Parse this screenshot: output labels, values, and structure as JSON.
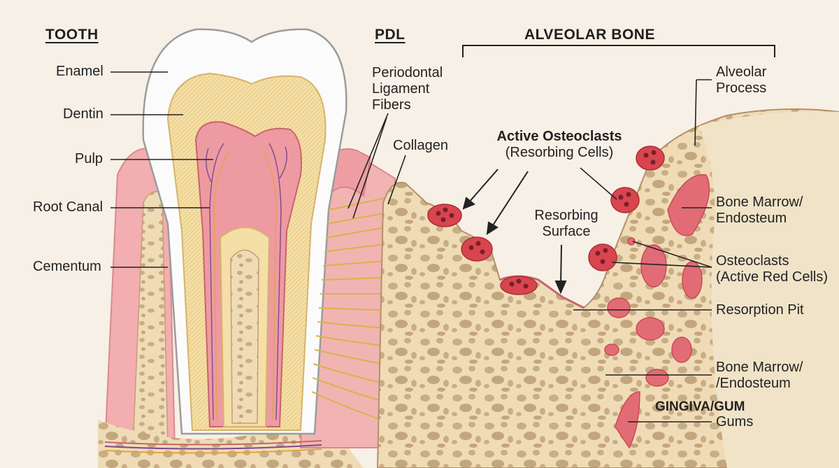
{
  "headers": {
    "tooth": "TOOTH",
    "pdl": "PDL",
    "alveolar_bone": "ALVEOLAR BONE"
  },
  "labels": {
    "enamel": "Enamel",
    "dentin": "Dentin",
    "pulp": "Pulp",
    "root_canal": "Root Canal",
    "cementum": "Cementum",
    "pdl_fibers": [
      "Periodontal",
      "Ligament",
      "Fibers"
    ],
    "collagen": "Collagen",
    "active_osteoclasts_title": "Active Osteoclasts",
    "active_osteoclasts_sub": "(Resorbing Cells)",
    "resorbing_surface": [
      "Resorbing",
      "Surface"
    ],
    "alveolar_process": [
      "Alveolar",
      "Process"
    ],
    "bone_marrow_1": [
      "Bone Marrow/",
      "Endosteum"
    ],
    "osteoclasts_red": [
      "Osteoclasts",
      "(Active Red Cells)"
    ],
    "resorption_pit": "Resorption Pit",
    "bone_marrow_2": [
      "Bone Marrow/",
      "/Endosteum"
    ],
    "gingiva_title": "GINGIVA/GUM",
    "gingiva_sub": "Gums"
  },
  "colors": {
    "background": "#f7f0e6",
    "enamel": "#fbfbfb",
    "dentin": "#f4dfa6",
    "pulp": "#ee9aa2",
    "gum": "#f2aeb0",
    "bone": "#efdcb6",
    "bone_pore": "#c9ad86",
    "osteoclast": "#d9454f",
    "fiber": "#d6b44a"
  }
}
